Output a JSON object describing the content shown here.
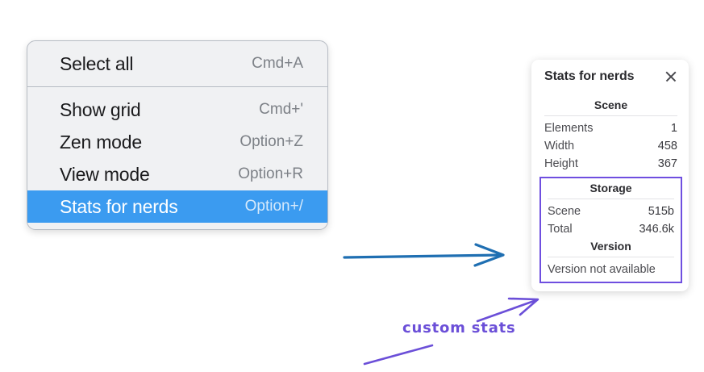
{
  "menu": {
    "name": "context-menu",
    "groups": [
      {
        "items": [
          {
            "label": "Select all",
            "shortcut": "Cmd+A",
            "selected": false
          }
        ]
      },
      {
        "items": [
          {
            "label": "Show grid",
            "shortcut": "Cmd+'",
            "selected": false
          },
          {
            "label": "Zen mode",
            "shortcut": "Option+Z",
            "selected": false
          },
          {
            "label": "View mode",
            "shortcut": "Option+R",
            "selected": false
          },
          {
            "label": "Stats for nerds",
            "shortcut": "Option+/",
            "selected": true
          }
        ]
      }
    ],
    "highlight_color": "#3b9bf0"
  },
  "stats_panel": {
    "title": "Stats for nerds",
    "close_icon": "close-icon",
    "sections": [
      {
        "title": "Scene",
        "rows": [
          {
            "label": "Elements",
            "value": "1"
          },
          {
            "label": "Width",
            "value": "458"
          },
          {
            "label": "Height",
            "value": "367"
          }
        ]
      },
      {
        "title": "Storage",
        "rows": [
          {
            "label": "Scene",
            "value": "515b"
          },
          {
            "label": "Total",
            "value": "346.6k"
          }
        ]
      },
      {
        "title": "Version",
        "text": "Version not available"
      }
    ],
    "custom_region_color": "#6f4fe0"
  },
  "annotations": {
    "arrow_color": "#1f6fb2",
    "marker_color": "#6b4fd8",
    "label": "custom stats"
  }
}
